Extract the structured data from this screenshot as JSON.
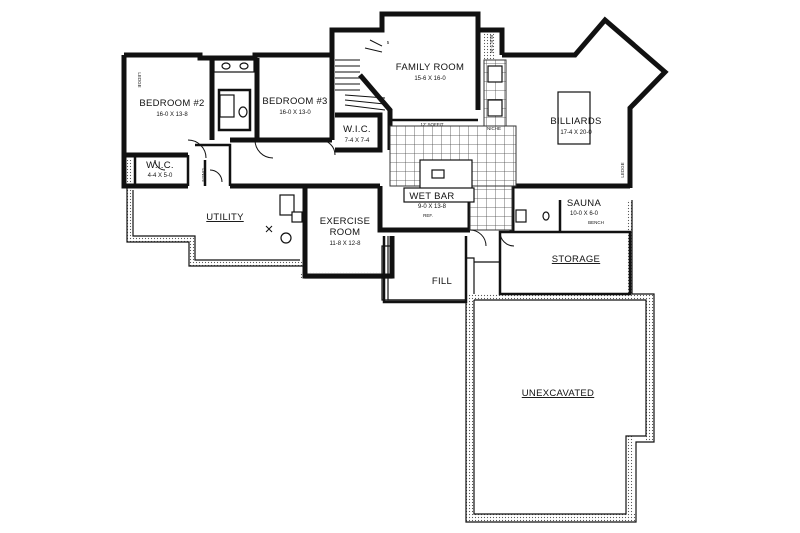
{
  "rooms": {
    "family_room": {
      "name": "FAMILY ROOM",
      "dims": "15-6 X 16-0"
    },
    "bedroom2": {
      "name": "BEDROOM #2",
      "dims": "16-0 X 13-8"
    },
    "bedroom3": {
      "name": "BEDROOM #3",
      "dims": "16-0 X 13-0"
    },
    "billiards": {
      "name": "BILLIARDS",
      "dims": "17-4 X 20-0"
    },
    "wic_small": {
      "name": "W.I.C.",
      "dims": "4-4 X 5-0"
    },
    "wic_large": {
      "name": "W.I.C.",
      "dims": "7-4 X 7-4"
    },
    "utility": {
      "name": "UTILITY"
    },
    "exercise": {
      "name1": "EXERCISE",
      "name2": "ROOM",
      "dims": "11-8 X 12-8"
    },
    "wet_bar": {
      "name": "WET BAR",
      "dims": "9-0 X 13-8"
    },
    "sauna": {
      "name": "SAUNA",
      "dims": "10-0 X 6-0"
    },
    "storage": {
      "name": "STORAGE"
    },
    "fill": {
      "name": "FILL"
    },
    "unexcavated": {
      "name": "UNEXCAVATED"
    }
  },
  "notes": {
    "ledge_left": "LEDGE",
    "ledge_right": "LEDGE",
    "linen": "LINEN",
    "soffit": "12' SOFFIT",
    "niche": "NICHE",
    "built_in": "BUILT-IN",
    "bench": "BENCH",
    "refrigerator": "REF.",
    "stair_up": "5"
  }
}
